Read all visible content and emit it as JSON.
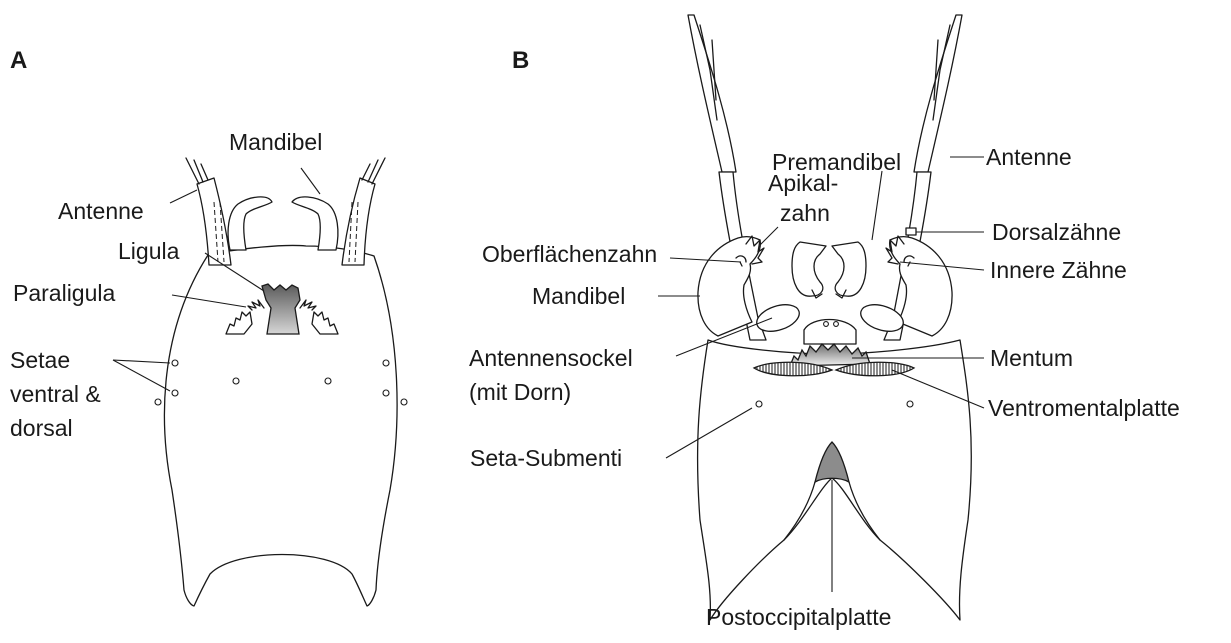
{
  "panels": {
    "a": "A",
    "b": "B"
  },
  "labels_a": {
    "mandibel": "Mandibel",
    "antenne": "Antenne",
    "ligula": "Ligula",
    "paraligula": "Paraligula",
    "setae_line1": "Setae",
    "setae_line2": "ventral &",
    "setae_line3": "dorsal"
  },
  "labels_b": {
    "premandibel": "Premandibel",
    "antenne": "Antenne",
    "apikal_line1": "Apikal-",
    "apikal_line2": "zahn",
    "dorsalzaehne": "Dorsalzähne",
    "oberflaechenzahn": "Oberflächenzahn",
    "innere_zaehne": "Innere Zähne",
    "mandibel": "Mandibel",
    "antennensockel_line1": "Antennensockel",
    "antennensockel_line2": "(mit Dorn)",
    "mentum": "Mentum",
    "ventromentalplatte": "Ventromentalplatte",
    "seta_submenti": "Seta-Submenti",
    "postoccipitalplatte": "Postoccipitalplatte"
  },
  "colors": {
    "ink": "#1a1a1a",
    "shade": "#8c8c8c",
    "background": "#ffffff"
  }
}
